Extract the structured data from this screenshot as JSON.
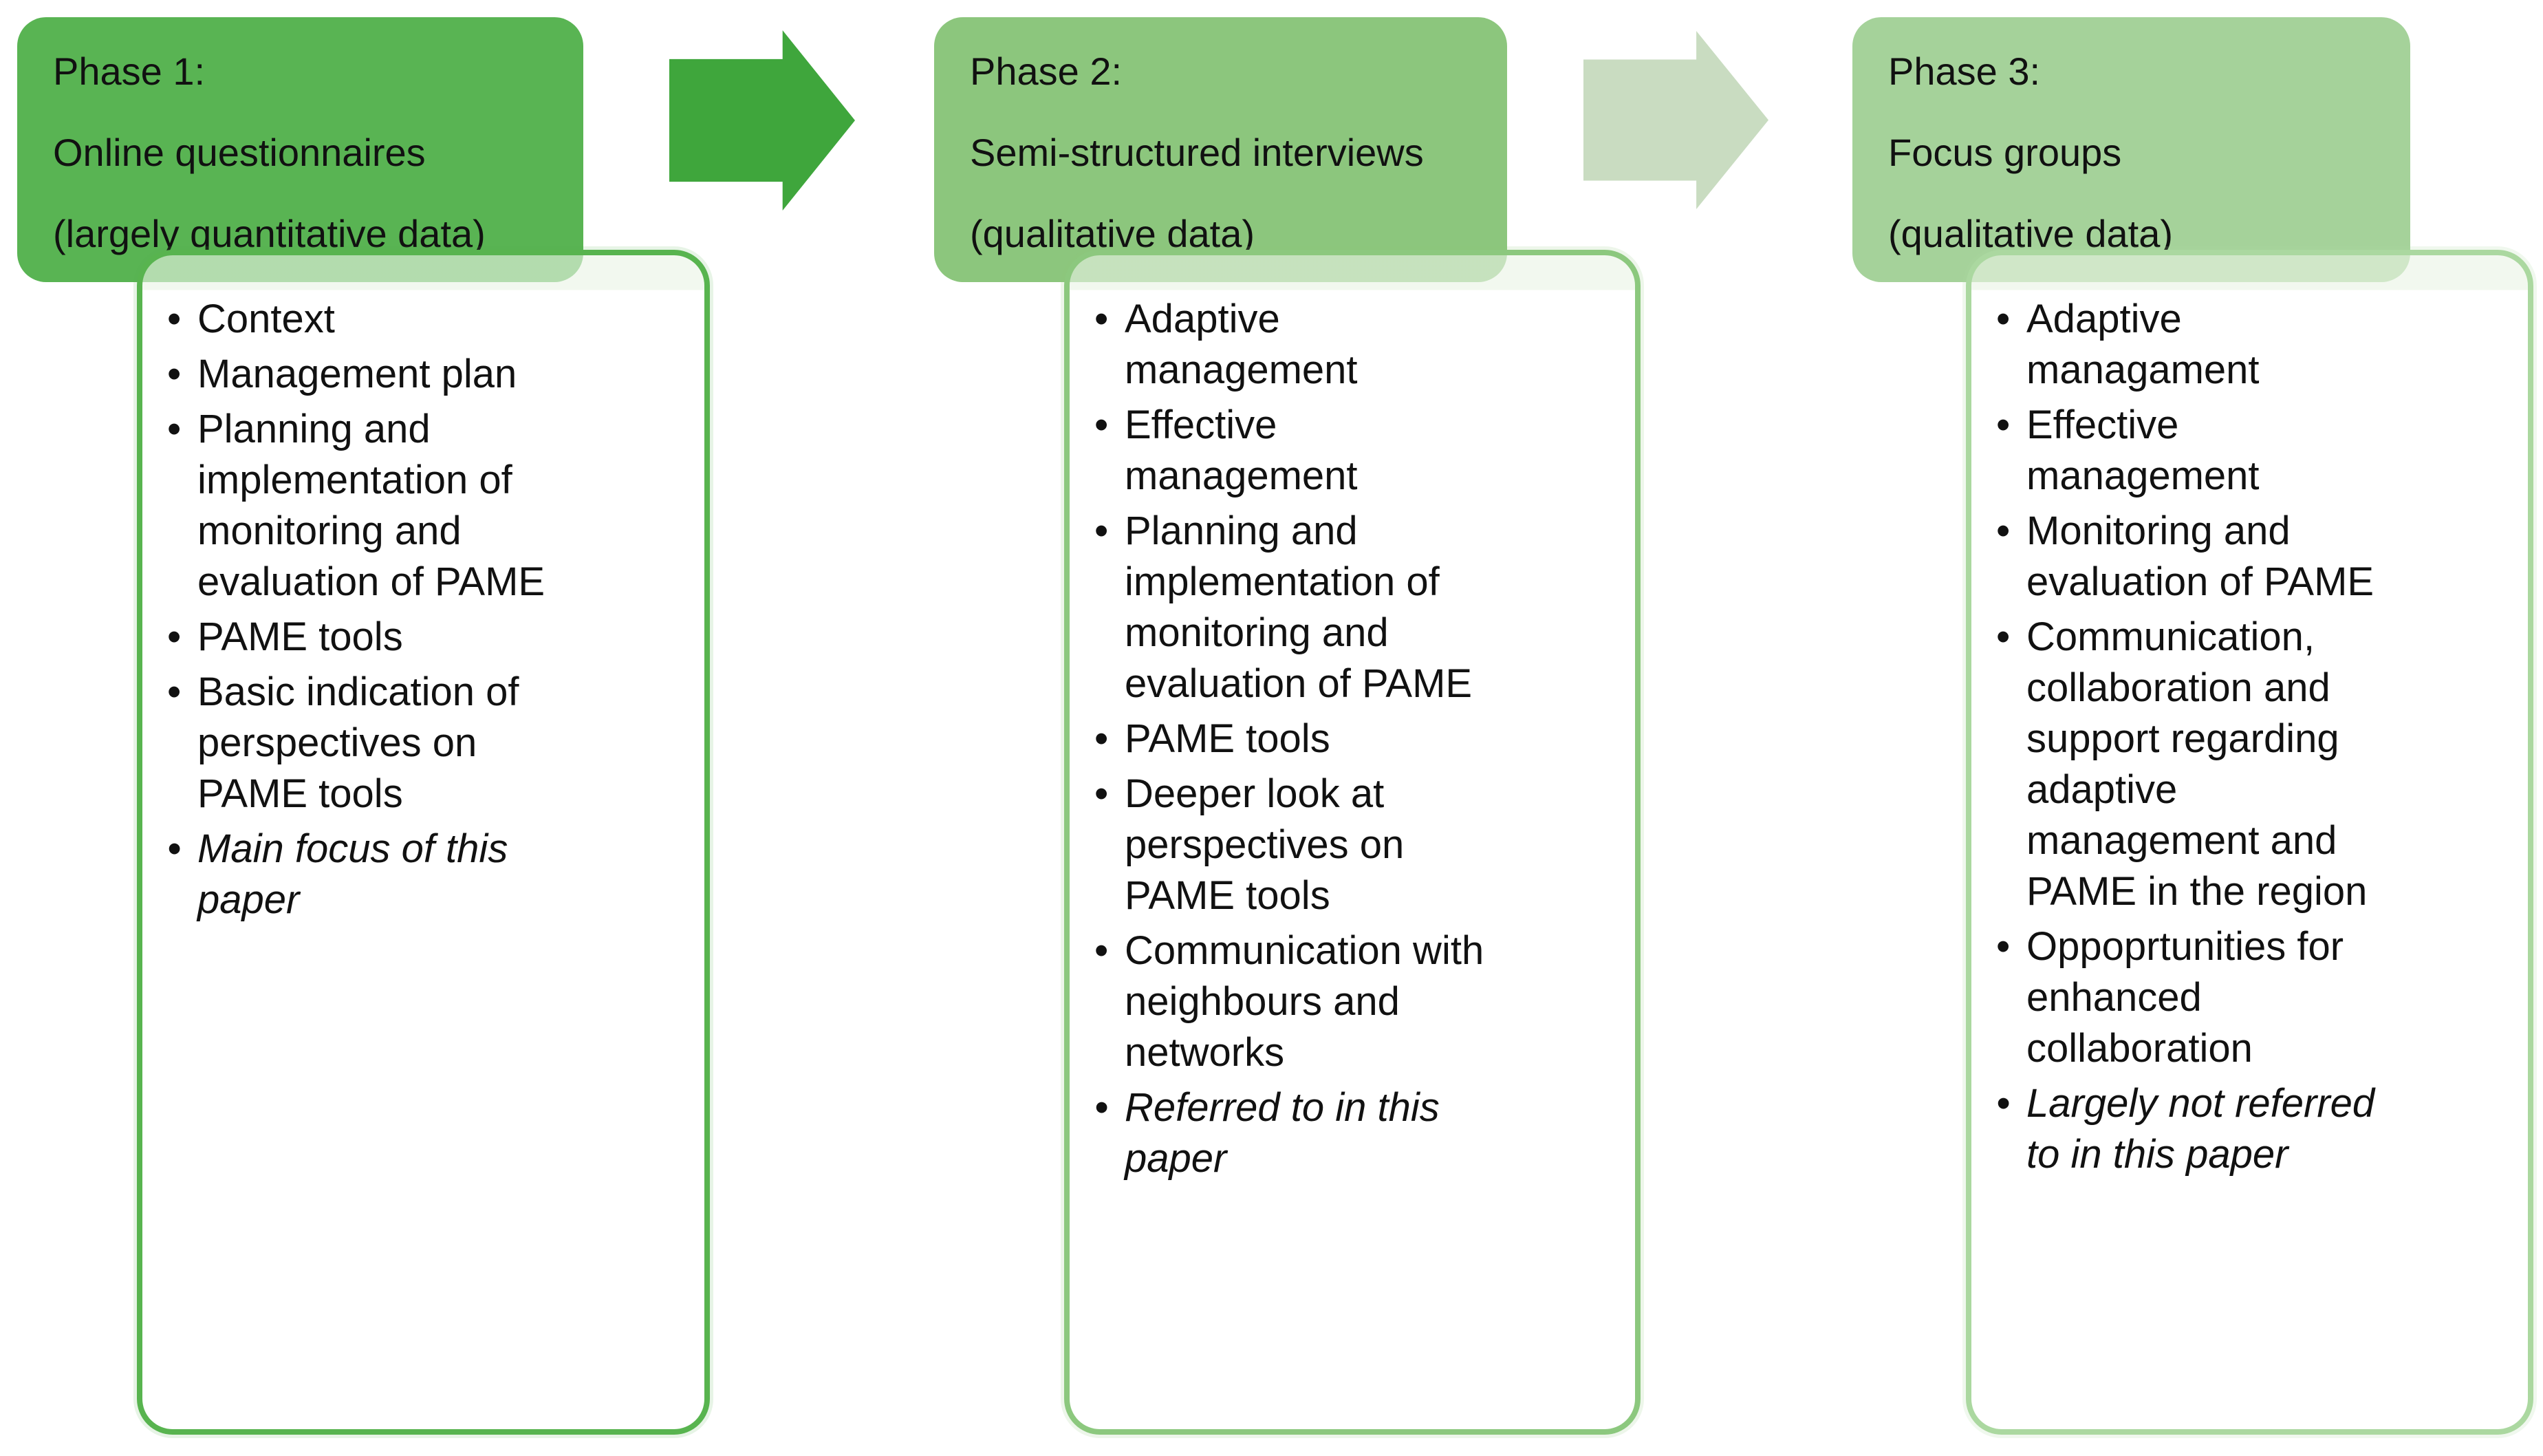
{
  "diagram": {
    "background_color": "#ffffff",
    "text_color": "#111111",
    "phases": [
      {
        "name": "phase-1",
        "header_color": "#59b453",
        "border_color": "#58b44f",
        "title_lines": [
          "Phase 1:",
          "Online questionnaires",
          "(largely quantitative data)"
        ],
        "bullets": [
          {
            "text": "Context",
            "italic": false
          },
          {
            "text": "Management plan",
            "italic": false
          },
          {
            "text": "Planning and implementation of monitoring and evaluation of PAME",
            "italic": false
          },
          {
            "text": "PAME tools",
            "italic": false
          },
          {
            "text": "Basic indication of perspectives on PAME tools",
            "italic": false
          },
          {
            "text": "Main focus of this paper",
            "italic": true
          }
        ]
      },
      {
        "name": "phase-2",
        "header_color": "#8cc67d",
        "border_color": "#8cc87e",
        "title_lines": [
          "Phase 2:",
          "Semi-structured interviews",
          "(qualitative data)"
        ],
        "bullets": [
          {
            "text": "Adaptive management",
            "italic": false
          },
          {
            "text": "Effective management",
            "italic": false
          },
          {
            "text": "Planning and implementation of monitoring and evaluation of PAME",
            "italic": false
          },
          {
            "text": "PAME tools",
            "italic": false
          },
          {
            "text": "Deeper look at perspectives on PAME tools",
            "italic": false
          },
          {
            "text": "Communication with neighbours and networks",
            "italic": false
          },
          {
            "text": "Referred to in this paper",
            "italic": true
          }
        ]
      },
      {
        "name": "phase-3",
        "header_color": "#a5d29a",
        "border_color": "#abd8a0",
        "title_lines": [
          "Phase 3:",
          "Focus groups",
          "(qualitative data)"
        ],
        "bullets": [
          {
            "text": "Adaptive managament",
            "italic": false
          },
          {
            "text": "Effective management",
            "italic": false
          },
          {
            "text": "Monitoring and evaluation of PAME",
            "italic": false
          },
          {
            "text": "Communication, collaboration and support regarding adaptive management and PAME in the region",
            "italic": false
          },
          {
            "text": "Oppoprtunities for enhanced collaboration",
            "italic": false
          },
          {
            "text": "Largely not referred to in this paper",
            "italic": true
          }
        ]
      }
    ],
    "arrows": [
      {
        "name": "arrow-phase1-to-phase2",
        "color": "#3fa63c"
      },
      {
        "name": "arrow-phase2-to-phase3",
        "color": "#c9dcc1"
      }
    ]
  }
}
